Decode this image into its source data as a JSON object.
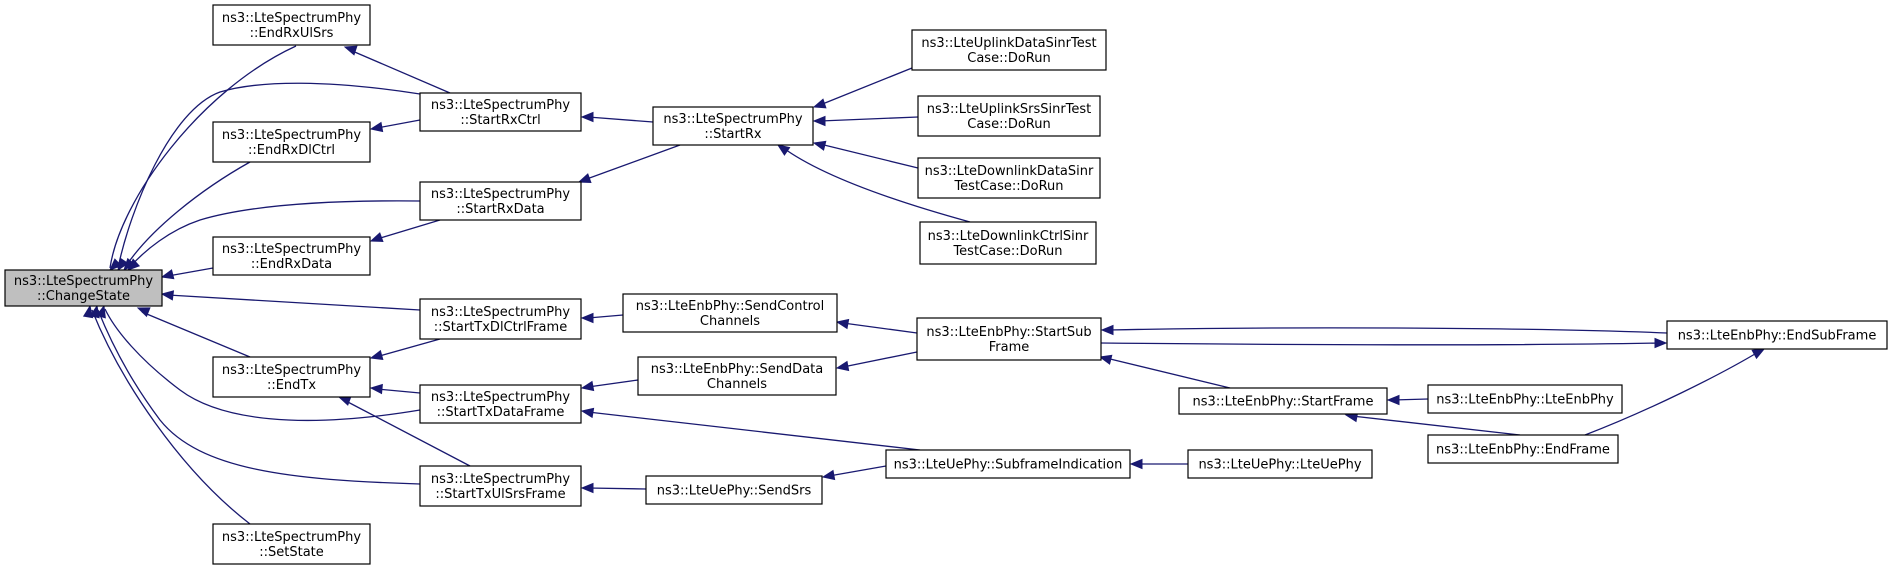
{
  "graph": {
    "nodes": [
      {
        "id": "changeState",
        "lines": [
          "ns3::LteSpectrumPhy",
          "::ChangeState"
        ],
        "root": true
      },
      {
        "id": "endRxUlSrs",
        "lines": [
          "ns3::LteSpectrumPhy",
          "::EndRxUlSrs"
        ]
      },
      {
        "id": "endRxDlCtrl",
        "lines": [
          "ns3::LteSpectrumPhy",
          "::EndRxDlCtrl"
        ]
      },
      {
        "id": "endRxData",
        "lines": [
          "ns3::LteSpectrumPhy",
          "::EndRxData"
        ]
      },
      {
        "id": "endTx",
        "lines": [
          "ns3::LteSpectrumPhy",
          "::EndTx"
        ]
      },
      {
        "id": "setState",
        "lines": [
          "ns3::LteSpectrumPhy",
          "::SetState"
        ]
      },
      {
        "id": "startRxCtrl",
        "lines": [
          "ns3::LteSpectrumPhy",
          "::StartRxCtrl"
        ]
      },
      {
        "id": "startRxData",
        "lines": [
          "ns3::LteSpectrumPhy",
          "::StartRxData"
        ]
      },
      {
        "id": "startTxDlCtrlFrame",
        "lines": [
          "ns3::LteSpectrumPhy",
          "::StartTxDlCtrlFrame"
        ]
      },
      {
        "id": "startTxDataFrame",
        "lines": [
          "ns3::LteSpectrumPhy",
          "::StartTxDataFrame"
        ]
      },
      {
        "id": "startTxUlSrsFrame",
        "lines": [
          "ns3::LteSpectrumPhy",
          "::StartTxUlSrsFrame"
        ]
      },
      {
        "id": "startRx",
        "lines": [
          "ns3::LteSpectrumPhy",
          "::StartRx"
        ]
      },
      {
        "id": "sendControlChannels",
        "lines": [
          "ns3::LteEnbPhy::SendControl",
          "Channels"
        ]
      },
      {
        "id": "sendDataChannels",
        "lines": [
          "ns3::LteEnbPhy::SendData",
          "Channels"
        ]
      },
      {
        "id": "sendSrs",
        "lines": [
          "ns3::LteUePhy::SendSrs"
        ]
      },
      {
        "id": "ulDataSinrTest",
        "lines": [
          "ns3::LteUplinkDataSinrTest",
          "Case::DoRun"
        ]
      },
      {
        "id": "ulSrsSinrTest",
        "lines": [
          "ns3::LteUplinkSrsSinrTest",
          "Case::DoRun"
        ]
      },
      {
        "id": "dlDataSinrTest",
        "lines": [
          "ns3::LteDownlinkDataSinr",
          "TestCase::DoRun"
        ]
      },
      {
        "id": "dlCtrlSinrTest",
        "lines": [
          "ns3::LteDownlinkCtrlSinr",
          "TestCase::DoRun"
        ]
      },
      {
        "id": "startSubFrame",
        "lines": [
          "ns3::LteEnbPhy::StartSub",
          "Frame"
        ]
      },
      {
        "id": "subframeIndication",
        "lines": [
          "ns3::LteUePhy::SubframeIndication"
        ]
      },
      {
        "id": "startFrame",
        "lines": [
          "ns3::LteEnbPhy::StartFrame"
        ]
      },
      {
        "id": "lteUePhyCtor",
        "lines": [
          "ns3::LteUePhy::LteUePhy"
        ]
      },
      {
        "id": "lteEnbPhyCtor",
        "lines": [
          "ns3::LteEnbPhy::LteEnbPhy"
        ]
      },
      {
        "id": "endFrame",
        "lines": [
          "ns3::LteEnbPhy::EndFrame"
        ]
      },
      {
        "id": "endSubFrame",
        "lines": [
          "ns3::LteEnbPhy::EndSubFrame"
        ]
      }
    ],
    "edges": [
      {
        "from": "endRxUlSrs",
        "to": "changeState"
      },
      {
        "from": "startRxCtrl",
        "to": "changeState"
      },
      {
        "from": "endRxDlCtrl",
        "to": "changeState"
      },
      {
        "from": "startRxData",
        "to": "changeState"
      },
      {
        "from": "endRxData",
        "to": "changeState"
      },
      {
        "from": "startTxDlCtrlFrame",
        "to": "changeState"
      },
      {
        "from": "endTx",
        "to": "changeState"
      },
      {
        "from": "startTxDataFrame",
        "to": "changeState"
      },
      {
        "from": "startTxUlSrsFrame",
        "to": "changeState"
      },
      {
        "from": "setState",
        "to": "changeState"
      },
      {
        "from": "startRxCtrl",
        "to": "endRxUlSrs"
      },
      {
        "from": "startRxCtrl",
        "to": "endRxDlCtrl"
      },
      {
        "from": "startRxData",
        "to": "endRxData"
      },
      {
        "from": "startTxDlCtrlFrame",
        "to": "endTx"
      },
      {
        "from": "startTxDataFrame",
        "to": "endTx"
      },
      {
        "from": "startTxUlSrsFrame",
        "to": "endTx"
      },
      {
        "from": "startRx",
        "to": "startRxCtrl"
      },
      {
        "from": "startRx",
        "to": "startRxData"
      },
      {
        "from": "ulDataSinrTest",
        "to": "startRx"
      },
      {
        "from": "ulSrsSinrTest",
        "to": "startRx"
      },
      {
        "from": "dlDataSinrTest",
        "to": "startRx"
      },
      {
        "from": "dlCtrlSinrTest",
        "to": "startRx"
      },
      {
        "from": "sendControlChannels",
        "to": "startTxDlCtrlFrame"
      },
      {
        "from": "sendDataChannels",
        "to": "startTxDataFrame"
      },
      {
        "from": "sendSrs",
        "to": "startTxUlSrsFrame"
      },
      {
        "from": "startSubFrame",
        "to": "sendControlChannels"
      },
      {
        "from": "startSubFrame",
        "to": "sendDataChannels"
      },
      {
        "from": "subframeIndication",
        "to": "startTxDataFrame"
      },
      {
        "from": "subframeIndication",
        "to": "sendSrs"
      },
      {
        "from": "lteUePhyCtor",
        "to": "subframeIndication"
      },
      {
        "from": "endSubFrame",
        "to": "startSubFrame"
      },
      {
        "from": "startFrame",
        "to": "startSubFrame"
      },
      {
        "from": "startSubFrame",
        "to": "endSubFrame"
      },
      {
        "from": "lteEnbPhyCtor",
        "to": "startFrame"
      },
      {
        "from": "endFrame",
        "to": "startFrame"
      },
      {
        "from": "endFrame",
        "to": "endSubFrame"
      }
    ]
  }
}
